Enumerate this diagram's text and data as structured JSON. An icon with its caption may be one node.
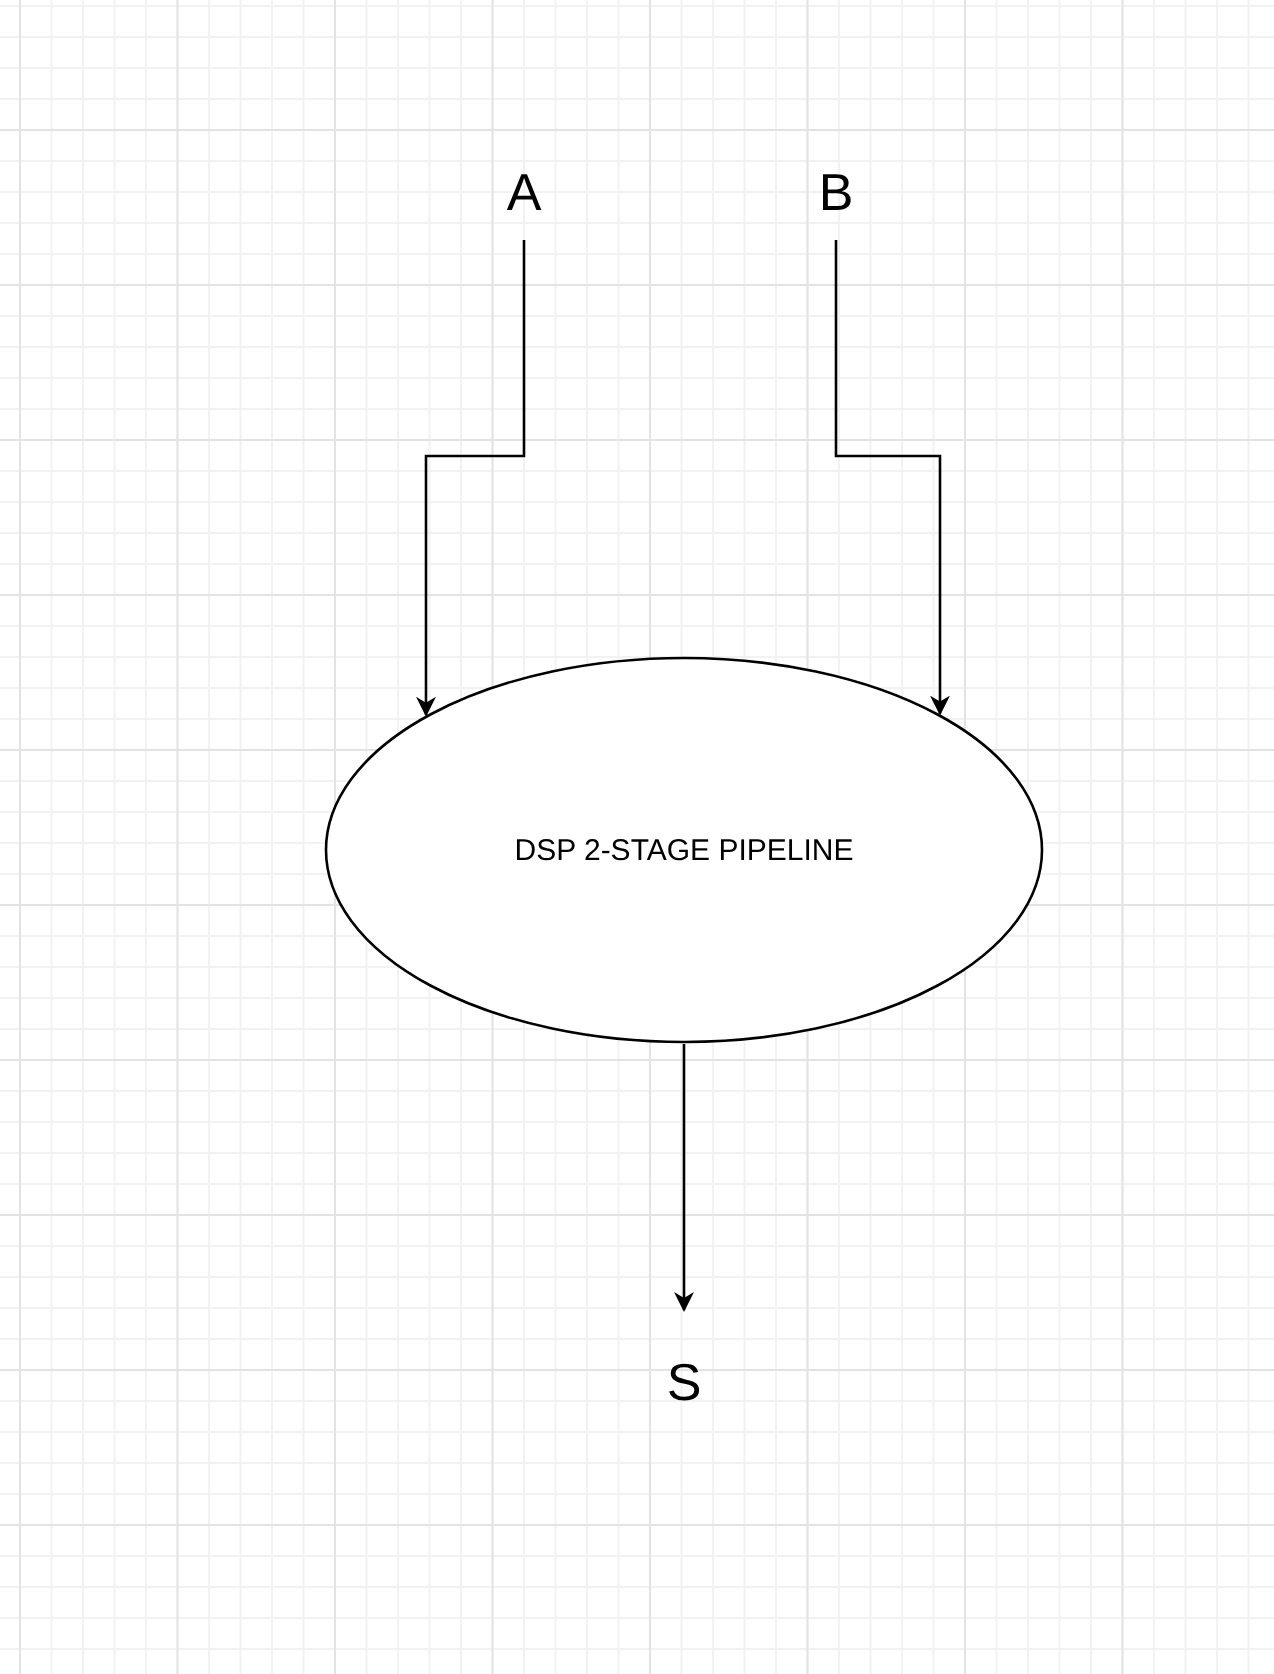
{
  "diagram": {
    "nodes": [
      {
        "text": [
          "A"
        ]
      },
      {
        "text": [
          "B"
        ]
      },
      {
        "text": [
          "DSP 2-STAGE PIPELINE"
        ]
      },
      {
        "text": [
          "S"
        ]
      }
    ],
    "edges": [
      {
        "from": 0,
        "to": 2,
        "arrow": "to"
      },
      {
        "from": 1,
        "to": 2,
        "arrow": "to"
      },
      {
        "from": 2,
        "to": 3,
        "arrow": "to"
      }
    ]
  }
}
